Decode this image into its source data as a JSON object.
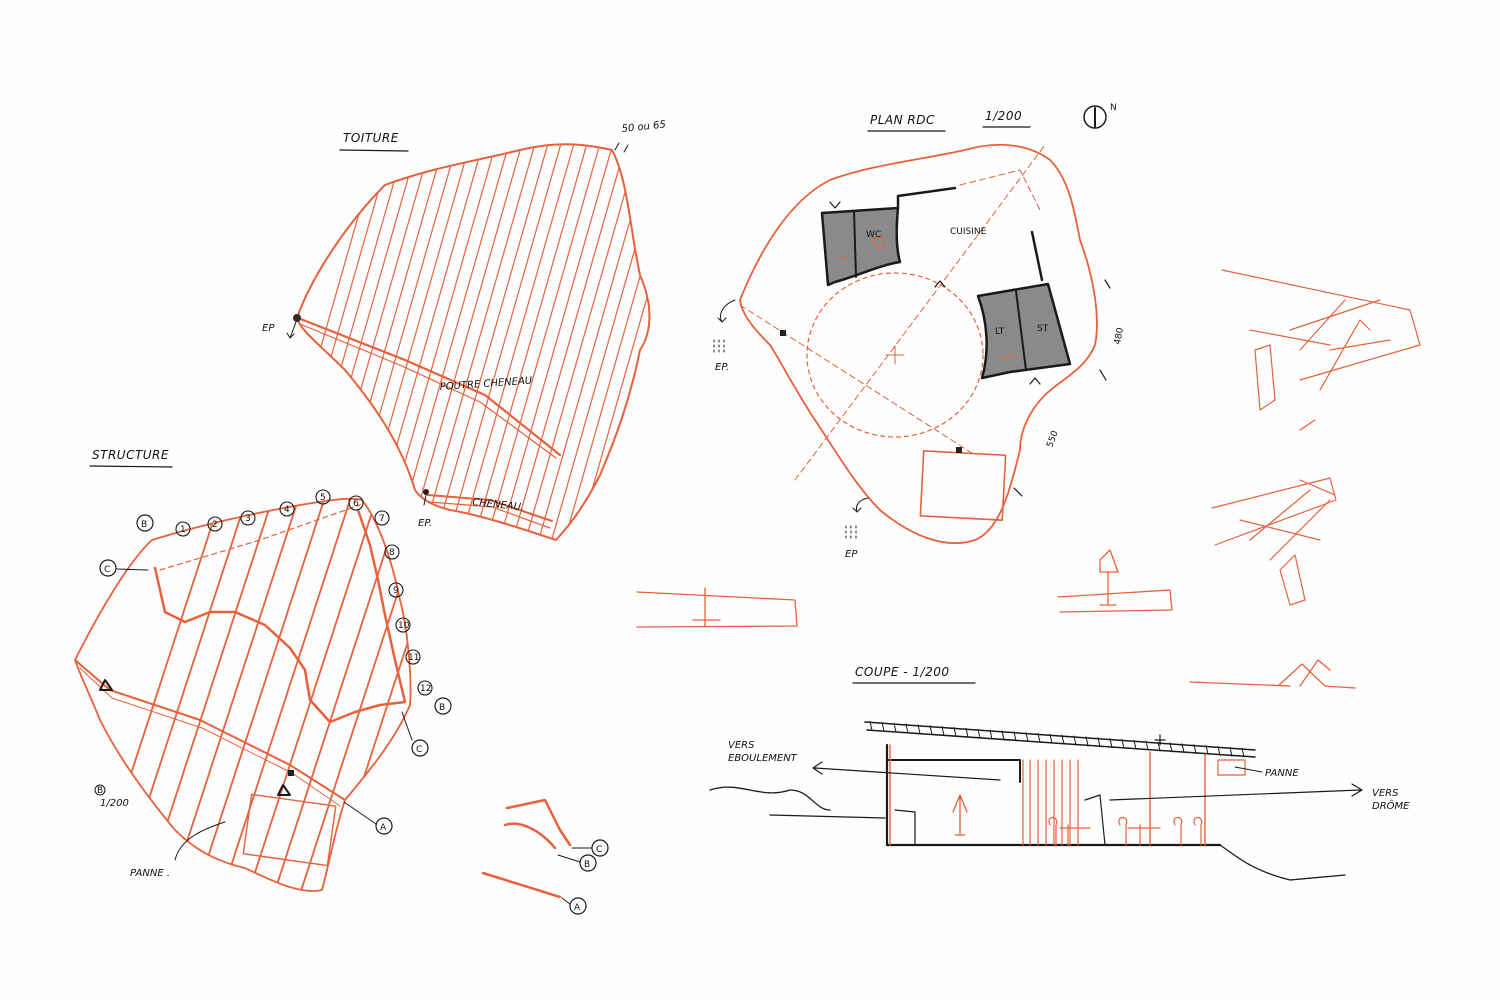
{
  "sheet": {
    "toiture": {
      "title": "TOITURE",
      "slope_note": "50 ou 65",
      "ep_top": "EP",
      "poutre": "POUTRE CHENEAU",
      "ep_bottom": "EP.",
      "cheneau": "CHENEAU."
    },
    "plan": {
      "title": "PLAN RDC",
      "scale": "1/200",
      "north": "N",
      "wc": "WC",
      "cuisine": "CUISINE",
      "lt": "LT",
      "st": "ST",
      "ep_left": "EP.",
      "ep_bottom": "EP",
      "dim_550": "550",
      "dim_480": "480"
    },
    "structure": {
      "title": "STRUCTURE",
      "panne": "PANNE .",
      "scale": "1/200",
      "scale_prefix": "B",
      "grid_top": [
        "1",
        "2",
        "3",
        "4",
        "5",
        "6",
        "7",
        "8",
        "9",
        "10",
        "11",
        "12"
      ],
      "label_b": "B",
      "label_c": "C",
      "label_a": "A",
      "legend": [
        "C",
        "B",
        "A"
      ]
    },
    "coupe": {
      "title": "COUPE - 1/200",
      "vers_eboulement": "VERS\nEBOULEMENT",
      "panne": "PANNE",
      "vers_drome": "VERS\nDRÔME"
    }
  }
}
